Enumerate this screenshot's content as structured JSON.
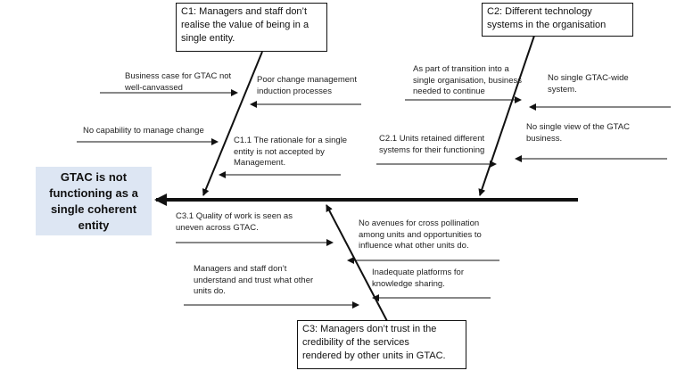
{
  "effect": {
    "title": "GTAC is not\nfunctioning as a\nsingle coherent\nentity"
  },
  "categories": {
    "c1": {
      "text": "C1: Managers and staff don’t\nrealise the value of being in a\nsingle entity."
    },
    "c2": {
      "text": "C2: Different technology\nsystems in the organisation"
    },
    "c3": {
      "text": "C3: Managers don’t trust in the\ncredibility of the services\nrendered by other units in GTAC."
    }
  },
  "causes": {
    "c1_business_case": "Business case for GTAC not\nwell-canvassed",
    "c1_poor_change": "Poor change management\ninduction processes",
    "c1_no_capability": "No capability to manage change",
    "c1_1_rationale": "C1.1 The rationale for a single\nentity is not accepted by\nManagement.",
    "c2_transition": "As part of transition into a\nsingle organisation, business\nneeded to continue",
    "c2_no_single_wide": "No single GTAC-wide\nsystem.",
    "c2_no_single_view": "No single view of the GTAC\nbusiness.",
    "c2_1_units": "C2.1 Units retained different\nsystems for their functioning",
    "c3_1_quality": "C3.1 Quality of work is seen as\nuneven across GTAC.",
    "c3_no_avenues": "No avenues for cross pollination\namong units and opportunities to\ninfluence what other units do.",
    "c3_managers_staff": "Managers and staff don’t\nunderstand and trust what other\nunits do.",
    "c3_inadequate": "Inadequate platforms for\nknowledge sharing."
  },
  "colors": {
    "effect_bg": "#dde6f3",
    "line": "#111111"
  }
}
